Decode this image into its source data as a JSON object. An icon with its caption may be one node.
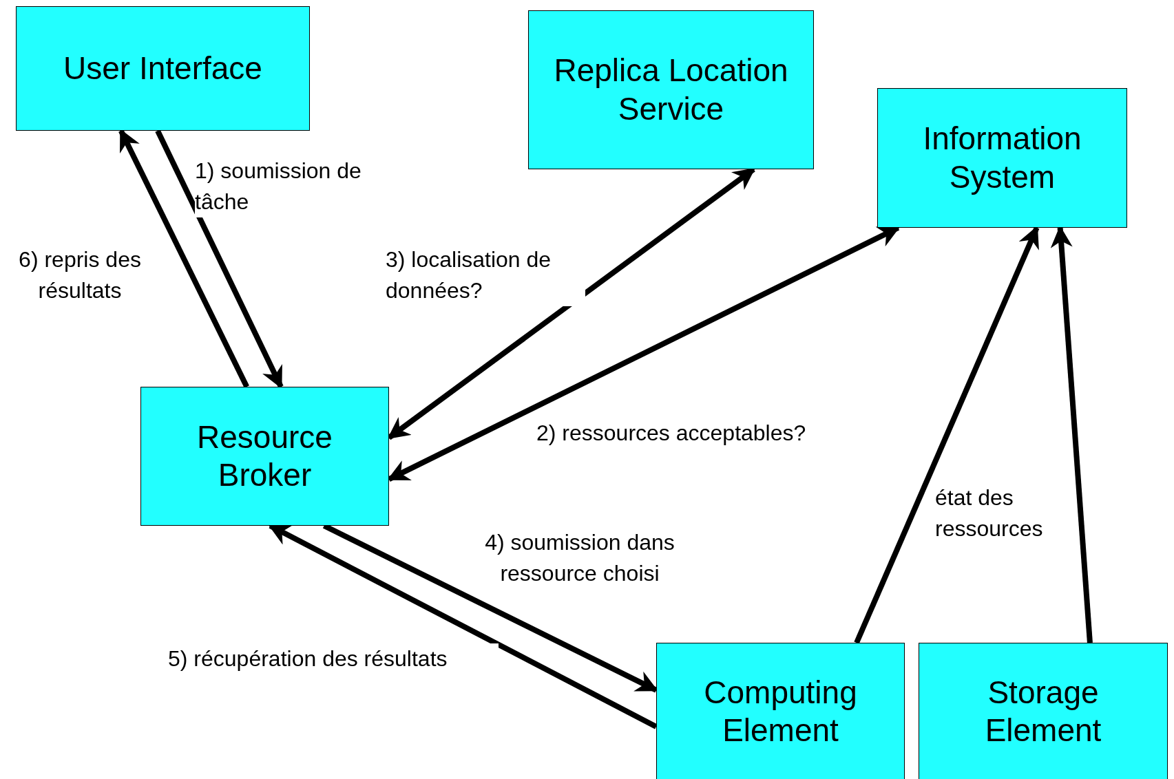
{
  "diagram": {
    "nodes": [
      {
        "text": [
          "User Interface"
        ]
      },
      {
        "text": [
          "Replica Location Service"
        ]
      },
      {
        "text": [
          "Information System"
        ]
      },
      {
        "text": [
          "Resource Broker"
        ]
      },
      {
        "text": [
          "Computing Element"
        ]
      },
      {
        "text": [
          "Storage Element"
        ]
      }
    ],
    "edges": [
      {
        "from": 0,
        "to": 3,
        "arrow": "to",
        "label": "1) soumission de tâche"
      },
      {
        "from": 3,
        "to": 0,
        "arrow": "to",
        "label": "6) repris des résultats"
      },
      {
        "from": 3,
        "to": 1,
        "arrow": "both",
        "label": "3) localisation de données?"
      },
      {
        "from": 3,
        "to": 2,
        "arrow": "both",
        "label": "2) ressources acceptables?"
      },
      {
        "from": 3,
        "to": 4,
        "arrow": "to",
        "label": "4) soumission dans ressource choisi"
      },
      {
        "from": 4,
        "to": 3,
        "arrow": "to",
        "label": "5) récupération des résultats"
      },
      {
        "from": 4,
        "to": 2,
        "arrow": "to",
        "label": "état des ressources"
      },
      {
        "from": 5,
        "to": 2,
        "arrow": "to"
      }
    ]
  }
}
